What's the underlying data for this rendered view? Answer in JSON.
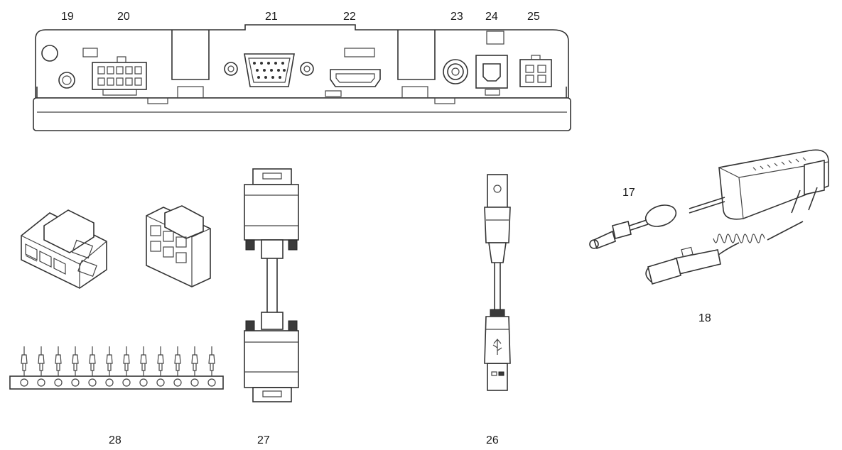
{
  "callouts": {
    "n17": "17",
    "n18": "18",
    "n19": "19",
    "n20": "20",
    "n21": "21",
    "n22": "22",
    "n23": "23",
    "n24": "24",
    "n25": "25",
    "n26": "26",
    "n27": "27",
    "n28": "28"
  },
  "colors": {
    "line": "#333333",
    "background": "#ffffff"
  }
}
